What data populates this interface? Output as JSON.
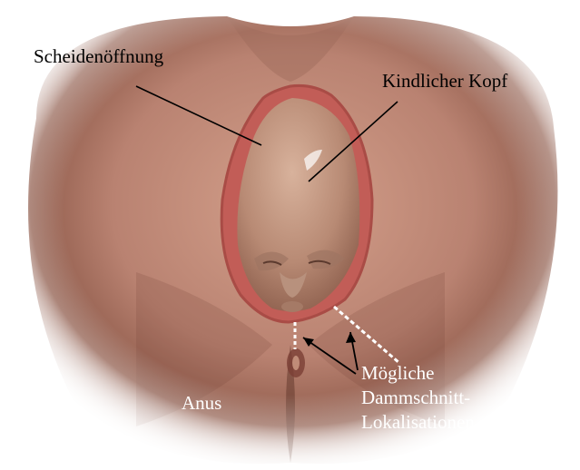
{
  "labels": {
    "vaginal_opening": "Scheidenöffnung",
    "fetal_head": "Kindlicher Kopf",
    "anus": "Anus",
    "episiotomy_lines": [
      "Mögliche",
      "Dammschnitt-",
      "Lokalisationen"
    ]
  },
  "colors": {
    "skin": "#c9907d",
    "skin_shadow": "#7b4a3c",
    "mucosa": "#c96860",
    "head": "#c59a84",
    "leader_line": "#000000",
    "incision_line": "#ffffff"
  }
}
